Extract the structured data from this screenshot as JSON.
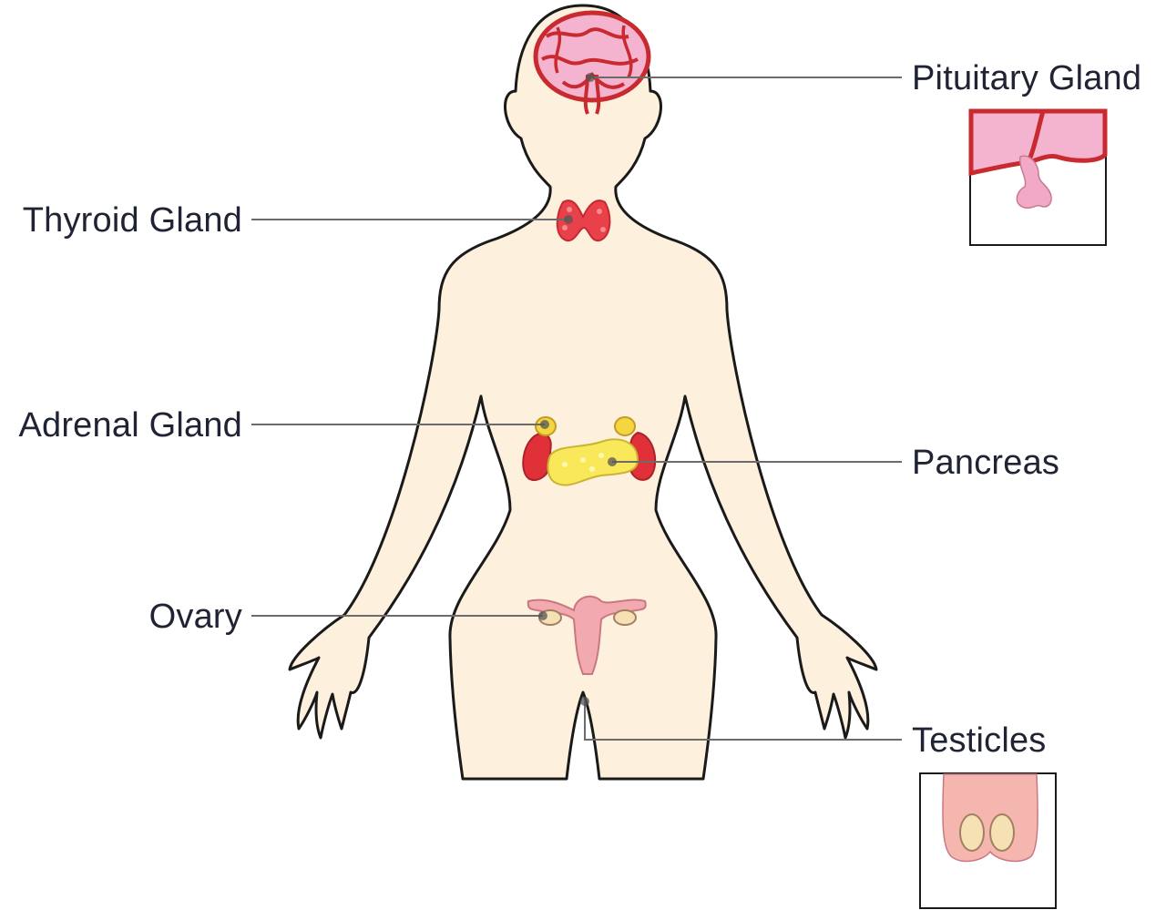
{
  "labels": {
    "pituitary": "Pituitary Gland",
    "thyroid": "Thyroid Gland",
    "adrenal": "Adrenal Gland",
    "pancreas": "Pancreas",
    "ovary": "Ovary",
    "testicles": "Testicles"
  },
  "colors": {
    "skin": "#fdf0dc",
    "outline": "#1a1a1a",
    "organ_red": "#d42a2f",
    "organ_pink": "#f4b4cf",
    "gland_yellow": "#f8e85a",
    "uterus_pink": "#f2a9b0",
    "leader_line": "#666666"
  }
}
